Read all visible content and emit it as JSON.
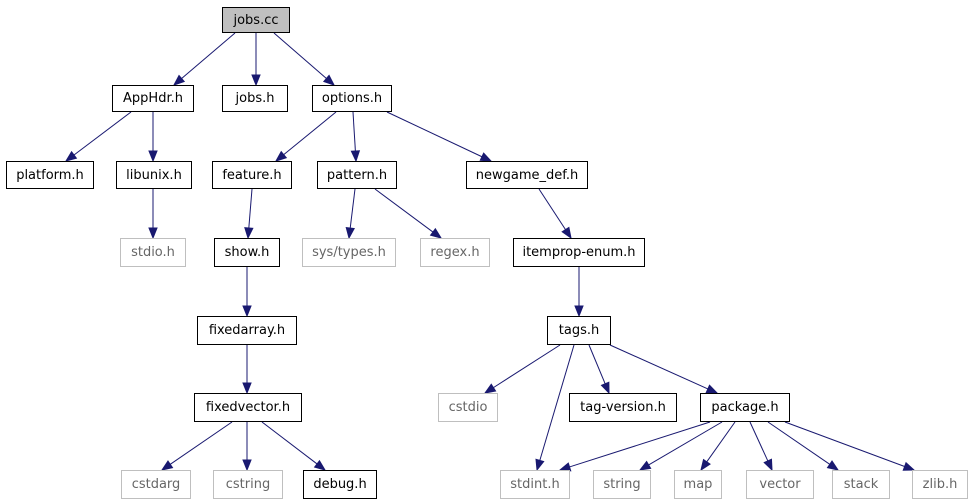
{
  "diagram": {
    "edge_color": "#191970",
    "root_fill": "#bfbfbf",
    "external_border_color": "#bfbfbf",
    "nodes": {
      "jobs_cc": "jobs.cc",
      "apphdr_h": "AppHdr.h",
      "jobs_h": "jobs.h",
      "options_h": "options.h",
      "platform_h": "platform.h",
      "libunix_h": "libunix.h",
      "stdio_h": "stdio.h",
      "feature_h": "feature.h",
      "pattern_h": "pattern.h",
      "newgame_def_h": "newgame_def.h",
      "show_h": "show.h",
      "sys_types_h": "sys/types.h",
      "regex_h": "regex.h",
      "itemprop_enum_h": "itemprop-enum.h",
      "fixedarray_h": "fixedarray.h",
      "tags_h": "tags.h",
      "fixedvector_h": "fixedvector.h",
      "cstdio": "cstdio",
      "tag_version_h": "tag-version.h",
      "package_h": "package.h",
      "cstdarg": "cstdarg",
      "cstring": "cstring",
      "debug_h": "debug.h",
      "stdint_h": "stdint.h",
      "string": "string",
      "map": "map",
      "vector": "vector",
      "stack": "stack",
      "zlib_h": "zlib.h"
    }
  }
}
